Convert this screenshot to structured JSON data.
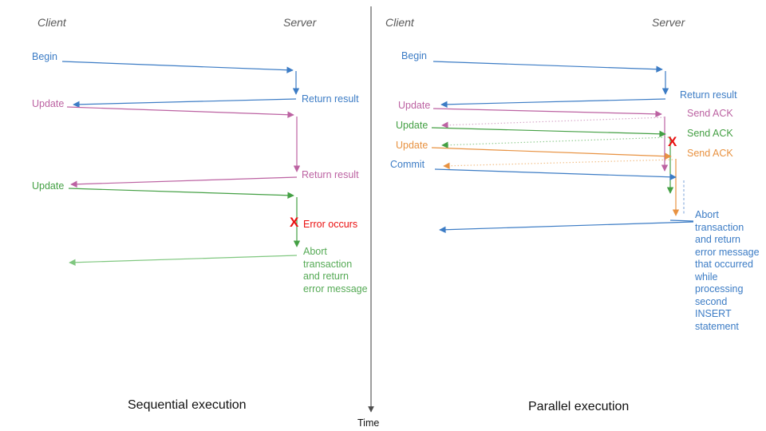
{
  "colors": {
    "blue": "#3C7CC5",
    "pink": "#BC62A2",
    "green": "#44A044",
    "light_green": "#7FC77F",
    "mid_green": "#55AA55",
    "orange": "#E89241",
    "red": "#EA1111",
    "header_gray": "#595959",
    "axis_gray": "#4D4D4D"
  },
  "time_axis": {
    "label": "Time"
  },
  "left": {
    "caption": "Sequential execution",
    "client": "Client",
    "server": "Server",
    "begin": "Begin",
    "return_result_1": "Return result",
    "update_1": "Update",
    "return_result_2": "Return result",
    "update_2": "Update",
    "error_mark": "X",
    "error_label": "Error occurs",
    "abort_note": "Abort\ntransaction\nand return\nerror message"
  },
  "right": {
    "caption": "Parallel execution",
    "client": "Client",
    "server": "Server",
    "begin": "Begin",
    "return_result": "Return result",
    "update_1": "Update",
    "send_ack_1": "Send ACK",
    "update_2": "Update",
    "send_ack_2": "Send ACK",
    "update_3": "Update",
    "send_ack_3": "Send ACK",
    "commit": "Commit",
    "error_mark": "X",
    "abort_note": "Abort\ntransaction\nand return\nerror message\nthat occurred\nwhile\nprocessing\nsecond\nINSERT\nstatement"
  }
}
